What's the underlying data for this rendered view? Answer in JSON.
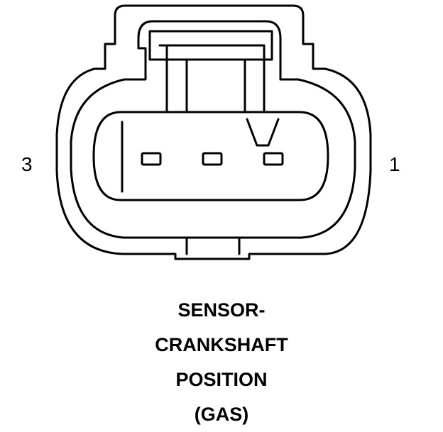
{
  "diagram": {
    "pin_labels": {
      "left": "3",
      "right": "1"
    },
    "caption": [
      "SENSOR-",
      "CRANKSHAFT",
      "POSITION",
      "(GAS)"
    ],
    "colors": {
      "line": "#000000",
      "background": "#ffffff"
    }
  }
}
